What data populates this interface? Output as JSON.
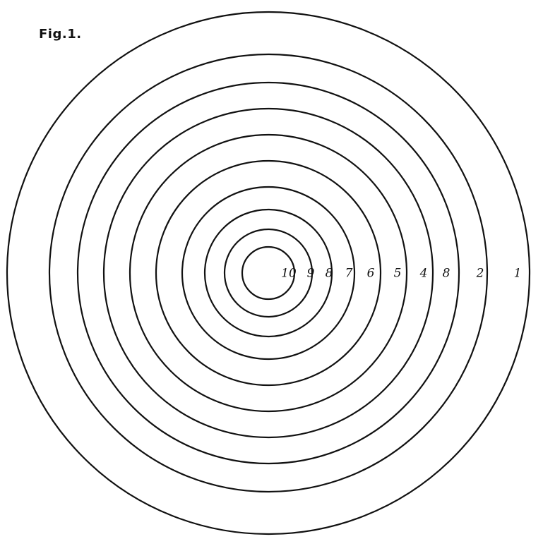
{
  "figure": {
    "title": "Fig.1."
  },
  "target": {
    "rings": [
      {
        "score": "1"
      },
      {
        "score": "2"
      },
      {
        "score": "8"
      },
      {
        "score": "4"
      },
      {
        "score": "5"
      },
      {
        "score": "6"
      },
      {
        "score": "7"
      },
      {
        "score": "8"
      },
      {
        "score": "9"
      },
      {
        "score": "10"
      }
    ],
    "line_color": "#111111",
    "background_color": "#ffffff"
  }
}
